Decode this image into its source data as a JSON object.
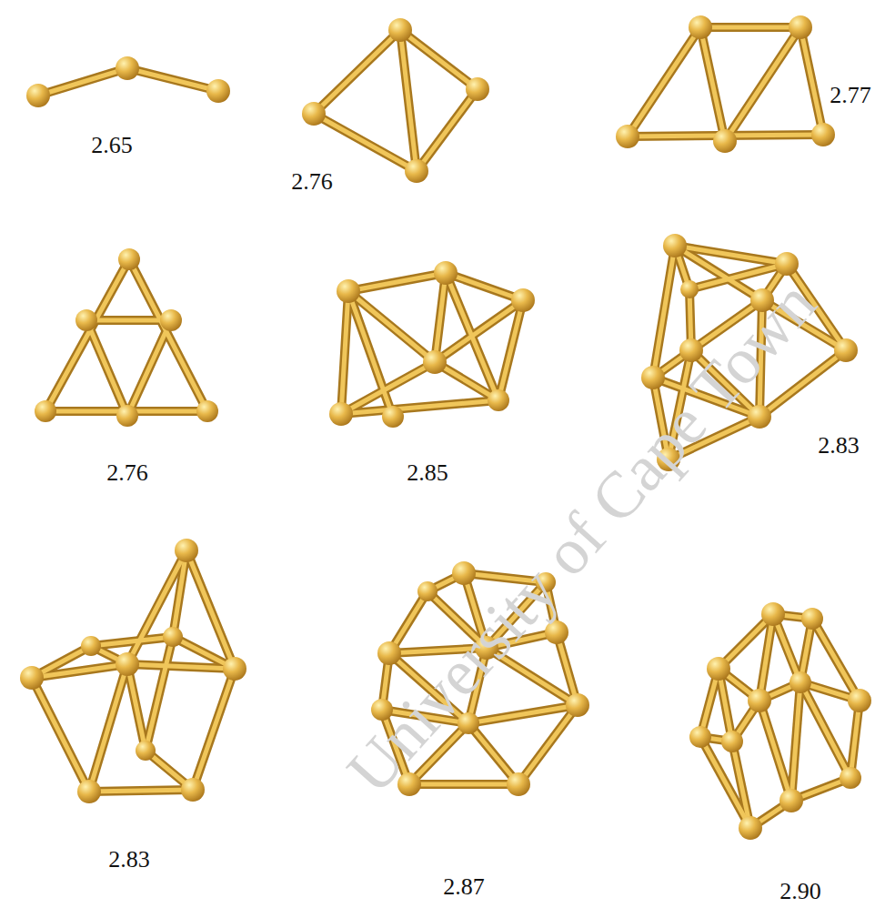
{
  "diagram": {
    "labels": [
      "2.65",
      "2.76",
      "2.77",
      "2.76",
      "2.85",
      "2.83",
      "2.83",
      "2.87",
      "2.90",
      "University of Cape Town"
    ]
  }
}
